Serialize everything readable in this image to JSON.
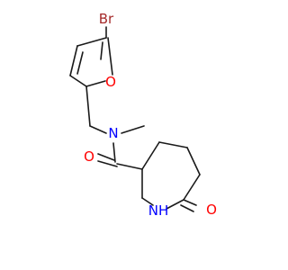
{
  "molecule": {
    "atoms": {
      "br": {
        "label": "Br",
        "color": "#a52a2a"
      },
      "o_furan": {
        "label": "O",
        "color": "#ff0000"
      },
      "n_amide": {
        "label": "N",
        "color": "#0000ff"
      },
      "o_carbonyl": {
        "label": "O",
        "color": "#ff0000"
      },
      "nh_ring": {
        "label": "NH",
        "color": "#0000ff"
      },
      "o_lactam": {
        "label": "O",
        "color": "#ff0000"
      }
    },
    "bond_color": "#1a1a1a"
  }
}
